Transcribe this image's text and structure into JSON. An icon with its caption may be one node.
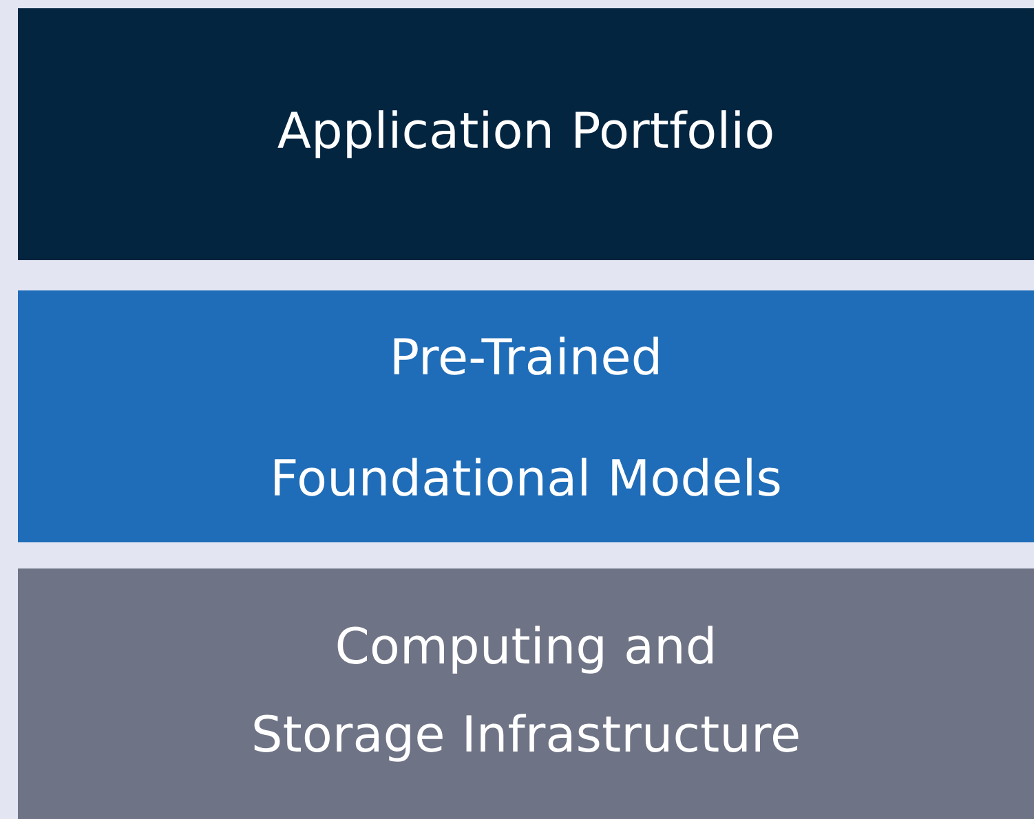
{
  "diagram": {
    "nodes": [
      {
        "text": [
          "Application Portfolio"
        ]
      },
      {
        "text": [
          "Pre-Trained Foundational Models"
        ]
      },
      {
        "text": [
          "Computing and Storage Infrastructure"
        ]
      }
    ]
  }
}
